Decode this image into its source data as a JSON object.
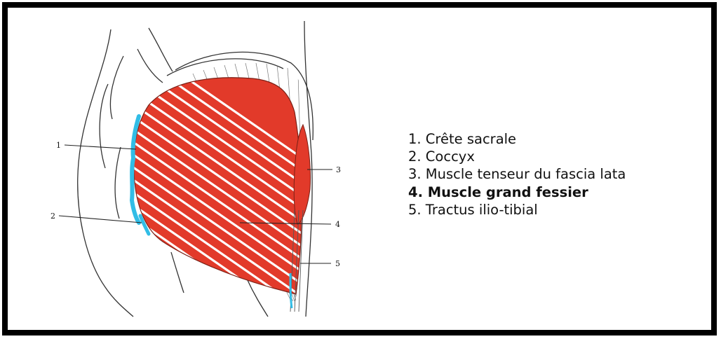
{
  "figure": {
    "callouts": [
      "1",
      "2",
      "3",
      "4",
      "5"
    ],
    "colors": {
      "muscle_red": "#e23a2a",
      "bone_blue": "#31bde6",
      "outline": "#333333",
      "frame": "#000000"
    }
  },
  "legend": {
    "items": [
      {
        "label": "1. Crête sacrale",
        "highlight": false
      },
      {
        "label": "2. Coccyx",
        "highlight": false
      },
      {
        "label": "3. Muscle tenseur du fascia lata",
        "highlight": false
      },
      {
        "label": "4. Muscle grand fessier",
        "highlight": true
      },
      {
        "label": "5. Tractus ilio-tibial",
        "highlight": false
      }
    ]
  }
}
